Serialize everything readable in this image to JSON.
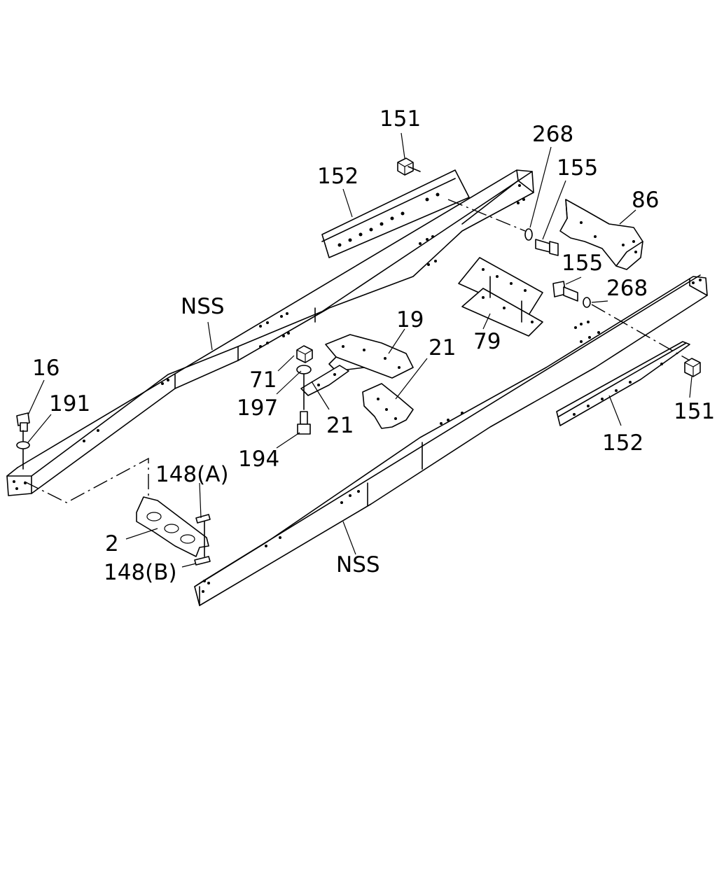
{
  "labels": {
    "l151_top": "151",
    "l268_top": "268",
    "l155_top": "155",
    "l152_top": "152",
    "l86": "86",
    "l155_mid": "155",
    "l268_mid": "268",
    "l19": "19",
    "l21_upper": "21",
    "l79": "79",
    "lnss_upper": "NSS",
    "l16": "16",
    "l191": "191",
    "l71": "71",
    "l197": "197",
    "l21_lower": "21",
    "l151_right": "151",
    "l152_right": "152",
    "l194": "194",
    "l148a": "148(A)",
    "l2": "2",
    "l148b": "148(B)",
    "lnss_lower": "NSS"
  }
}
